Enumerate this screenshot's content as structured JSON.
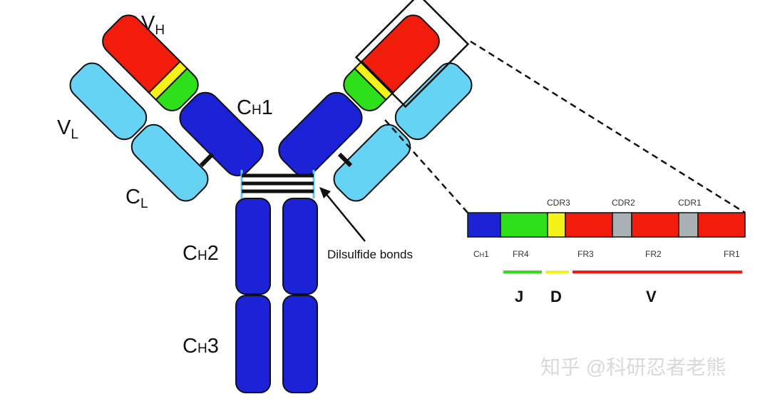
{
  "colors": {
    "heavy_constant": "#1c22d6",
    "light_chain": "#66d2f4",
    "variable_heavy": "#f21c0c",
    "cdr3_yellow": "#f5f21a",
    "fr4_green": "#2ee01a",
    "cdr_gray": "#a9b1b4",
    "outline": "#111111",
    "bond": "#111111",
    "hinge_blue": "#69c7f0",
    "watermark": "#d9d9d9"
  },
  "labels": {
    "vh": {
      "main": "V",
      "sub": "H"
    },
    "vl": {
      "main": "V",
      "sub": "L"
    },
    "ch1": {
      "main": "C",
      "sub": "H",
      "suffix": "1"
    },
    "cl": {
      "main": "C",
      "sub": "L"
    },
    "ch2": {
      "main": "C",
      "sub": "H",
      "suffix": "2"
    },
    "ch3": {
      "main": "C",
      "sub": "H",
      "suffix": "3"
    },
    "disulfide": "Dilsulfide bonds"
  },
  "segment_bar": {
    "segments": [
      "CH1",
      "FR4",
      "CDR3",
      "FR3",
      "CDR2",
      "FR2",
      "CDR1",
      "FR1"
    ],
    "top_labels": [
      "CDR3",
      "CDR2",
      "CDR1"
    ],
    "bottom_labels": {
      "ch1": {
        "main": "C",
        "sub": "H",
        "suffix": "1"
      },
      "fr4": "FR4",
      "fr3": "FR3",
      "fr2": "FR2",
      "fr1": "FR1"
    },
    "gene_labels": [
      "J",
      "D",
      "V"
    ]
  },
  "watermark": "知乎 @科研忍者老熊"
}
